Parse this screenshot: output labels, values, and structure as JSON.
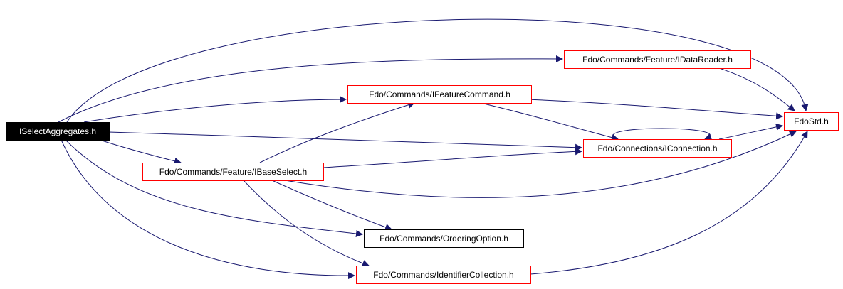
{
  "nodes": [
    {
      "id": "root",
      "label": "ISelectAggregates.h",
      "style": "root"
    },
    {
      "id": "datareader",
      "label": "Fdo/Commands/Feature/IDataReader.h",
      "style": "red"
    },
    {
      "id": "featurecommand",
      "label": "Fdo/Commands/IFeatureCommand.h",
      "style": "red"
    },
    {
      "id": "fdostd",
      "label": "FdoStd.h",
      "style": "red"
    },
    {
      "id": "connection",
      "label": "Fdo/Connections/IConnection.h",
      "style": "red"
    },
    {
      "id": "baseselect",
      "label": "Fdo/Commands/Feature/IBaseSelect.h",
      "style": "red"
    },
    {
      "id": "ordering",
      "label": "Fdo/Commands/OrderingOption.h",
      "style": "black"
    },
    {
      "id": "identifier",
      "label": "Fdo/Commands/IdentifierCollection.h",
      "style": "red"
    }
  ],
  "edges": [
    {
      "from": "root",
      "to": "fdostd"
    },
    {
      "from": "root",
      "to": "datareader"
    },
    {
      "from": "root",
      "to": "featurecommand"
    },
    {
      "from": "root",
      "to": "connection"
    },
    {
      "from": "root",
      "to": "baseselect"
    },
    {
      "from": "root",
      "to": "ordering"
    },
    {
      "from": "root",
      "to": "identifier"
    },
    {
      "from": "datareader",
      "to": "fdostd"
    },
    {
      "from": "featurecommand",
      "to": "fdostd"
    },
    {
      "from": "featurecommand",
      "to": "connection"
    },
    {
      "from": "connection",
      "to": "fdostd"
    },
    {
      "from": "connection",
      "to": "connection"
    },
    {
      "from": "baseselect",
      "to": "featurecommand"
    },
    {
      "from": "baseselect",
      "to": "connection"
    },
    {
      "from": "baseselect",
      "to": "fdostd"
    },
    {
      "from": "baseselect",
      "to": "ordering"
    },
    {
      "from": "baseselect",
      "to": "identifier"
    },
    {
      "from": "identifier",
      "to": "fdostd"
    }
  ],
  "colors": {
    "edge": "#191970",
    "red_border": "#ff0000",
    "black_border": "#000000",
    "root_fill": "#000000",
    "root_text": "#ffffff",
    "text": "#000000"
  }
}
